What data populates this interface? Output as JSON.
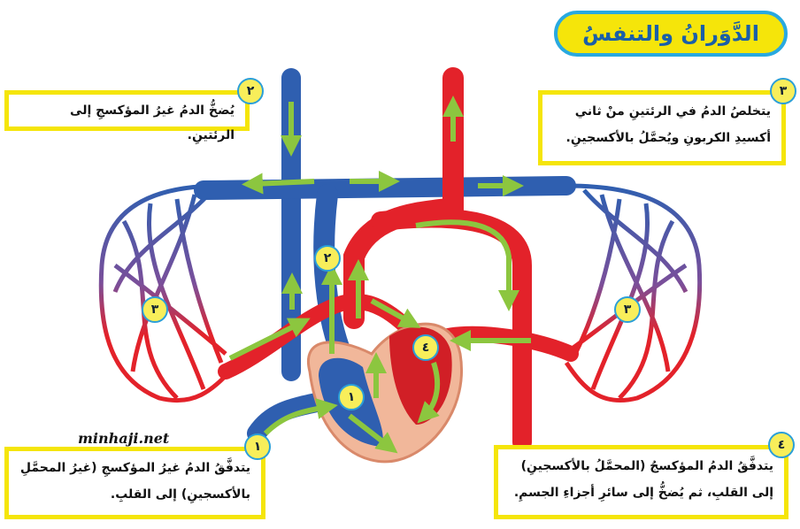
{
  "title": "الدَّوَرانُ والتنفسُ",
  "watermark": "minhaji.net",
  "steps": [
    {
      "number": "١",
      "text": "يتدفَّقُ الدمُ غيرُ المؤكسجِ (غيرُ المحمَّلِ بالأكسجينِ) إلى القلبِ."
    },
    {
      "number": "٢",
      "text": "يُضخُّ الدمُ غيرُ المؤكسجِ إلى الرئتينِ."
    },
    {
      "number": "٣",
      "text": "يتخلصُ الدمُ في الرئتينِ منْ ثاني أكسيدِ الكربونِ ويُحمَّلُ بالأكسجينِ."
    },
    {
      "number": "٤",
      "text": "يتدفَّقُ الدمُ المؤكسجُ (المحمَّلُ بالأكسجينِ) إلى القلبِ، ثم يُضخُّ إلى سائرِ أجزاءِ الجسمِ."
    }
  ],
  "colors": {
    "oxygenated": "#e3222a",
    "deoxygenated": "#2f5fb0",
    "arrow": "#8cc63f",
    "box_border": "#f5e50a",
    "badge_border": "#2b9fd8"
  }
}
